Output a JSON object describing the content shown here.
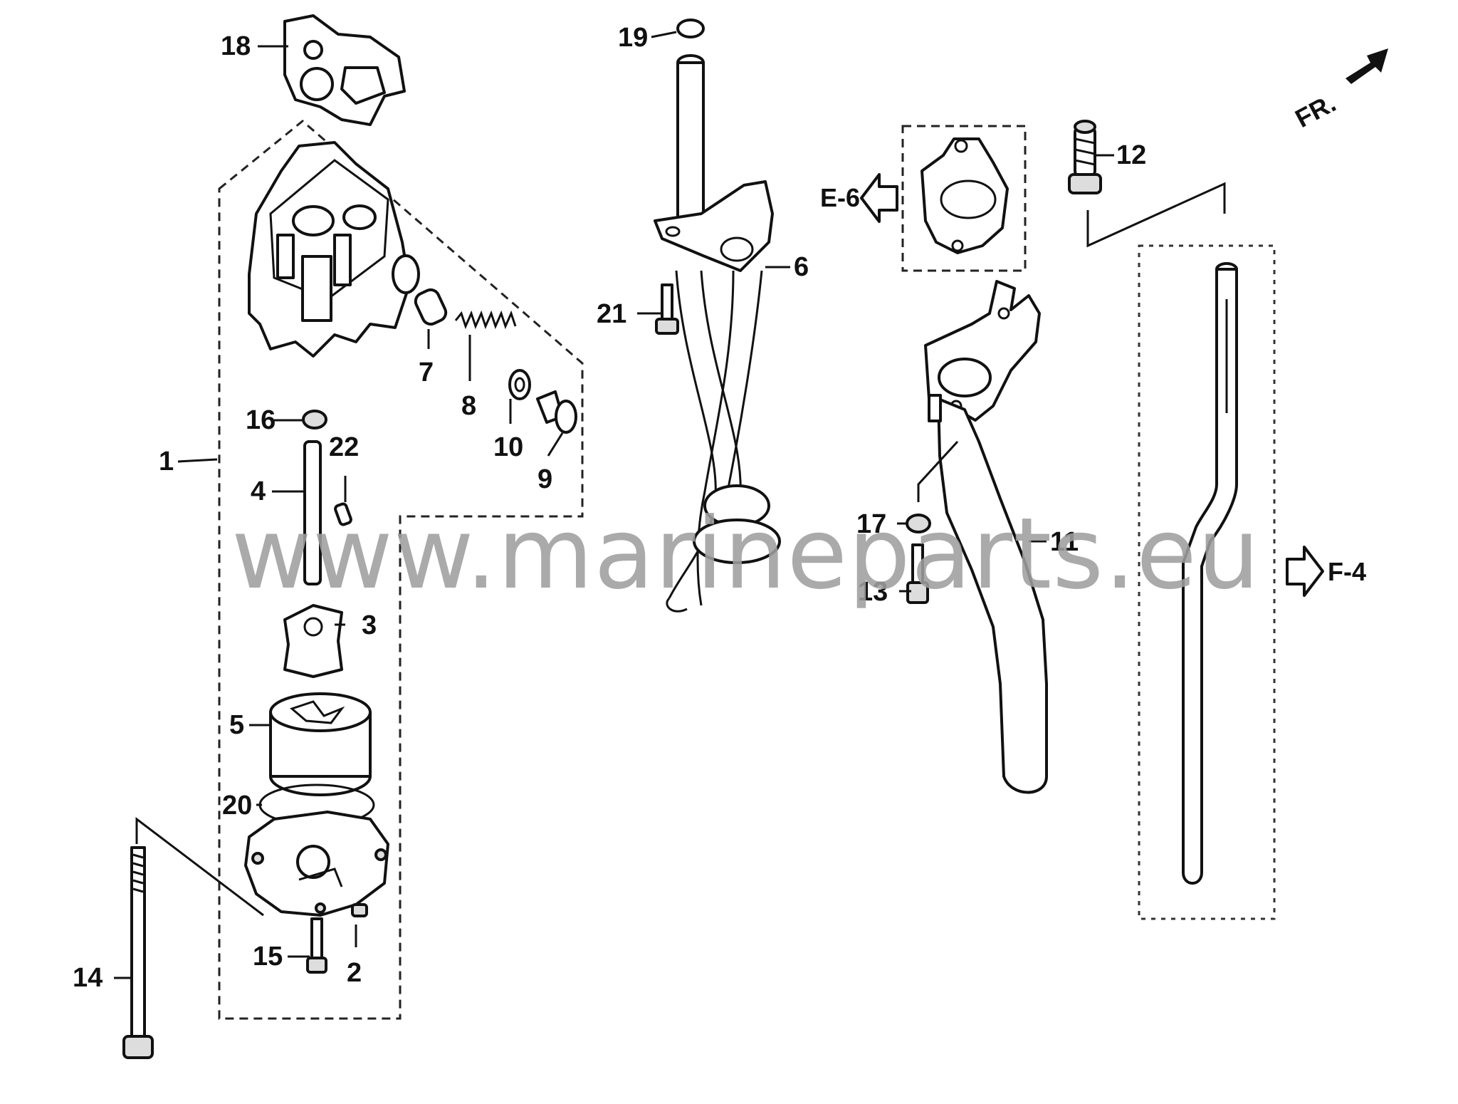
{
  "diagram": {
    "part_labels": {
      "p1": "1",
      "p2": "2",
      "p3": "3",
      "p4": "4",
      "p5": "5",
      "p6": "6",
      "p7": "7",
      "p8": "8",
      "p9": "9",
      "p10": "10",
      "p11": "11",
      "p12": "12",
      "p13": "13",
      "p14": "14",
      "p15": "15",
      "p16": "16",
      "p17": "17",
      "p18": "18",
      "p19": "19",
      "p20": "20",
      "p21": "21",
      "p22": "22"
    },
    "references": {
      "e6": "E-6",
      "f4": "F-4"
    },
    "front_indicator": "FR.",
    "watermark": "www.marineparts.eu"
  }
}
